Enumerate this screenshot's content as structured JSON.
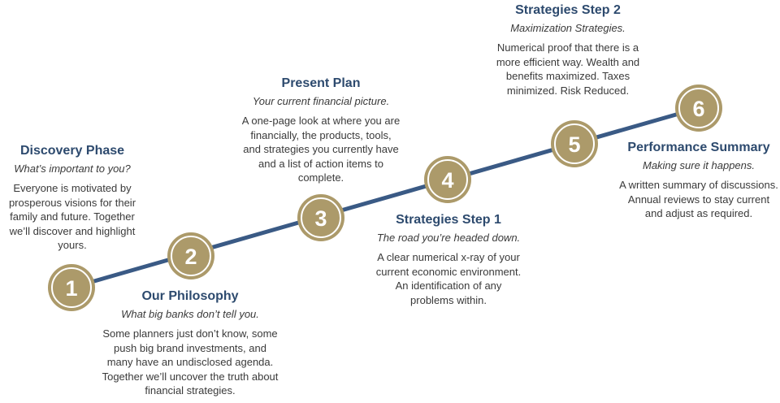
{
  "colors": {
    "line": "#3a5a85",
    "circle_fill": "#ac9a6a",
    "circle_ring": "#ffffff",
    "title": "#2d4a6e",
    "text": "#3a3a3a"
  },
  "steps": [
    {
      "number": "1",
      "title": "Discovery Phase",
      "subtitle": "What’s important to you?",
      "description": "Everyone is motivated by prosperous visions for their family and future. Together we’ll discover and highlight yours."
    },
    {
      "number": "2",
      "title": "Our Philosophy",
      "subtitle": "What big banks don’t tell you.",
      "description": "Some planners just don’t know, some push big brand investments, and many have an undisclosed agenda. Together we’ll uncover the truth about financial strategies."
    },
    {
      "number": "3",
      "title": "Present Plan",
      "subtitle": "Your current financial picture.",
      "description": "A one-page look at where you are financially, the products, tools, and strategies you currently have and a list of action items to complete."
    },
    {
      "number": "4",
      "title": "Strategies Step 1",
      "subtitle": "The road you’re headed down.",
      "description": "A clear numerical x-ray of your current economic environment. An identification of any problems within."
    },
    {
      "number": "5",
      "title": "Strategies Step 2",
      "subtitle": "Maximization Strategies.",
      "description": "Numerical proof that there is a more efficient way. Wealth and benefits maximized. Taxes minimized. Risk Reduced."
    },
    {
      "number": "6",
      "title": "Performance Summary",
      "subtitle": "Making sure it happens.",
      "description": "A written summary of discussions. Annual reviews to stay current and adjust as required."
    }
  ]
}
